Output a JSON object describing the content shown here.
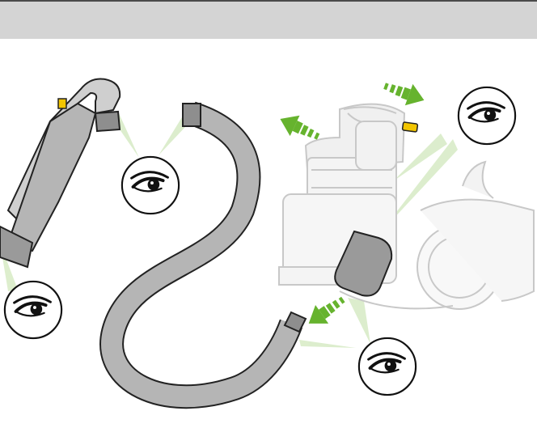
{
  "header": {
    "background_color": "#d4d4d4",
    "border_color": "#4a4a4a"
  },
  "illustration": {
    "hose_color": "#b5b5b5",
    "arrow_color": "#66b32e",
    "sight_beam_color": "#d9ecc8",
    "hose_end_highlight": "#8e8e8e",
    "release_button_color": "#f2c500",
    "inspection_points": [
      {
        "part": "wand",
        "icon": "eye-icon"
      },
      {
        "part": "hose-top",
        "icon": "eye-icon"
      },
      {
        "part": "cyclone-inlet",
        "icon": "eye-icon"
      },
      {
        "part": "bin-inlet",
        "icon": "eye-icon"
      }
    ]
  }
}
